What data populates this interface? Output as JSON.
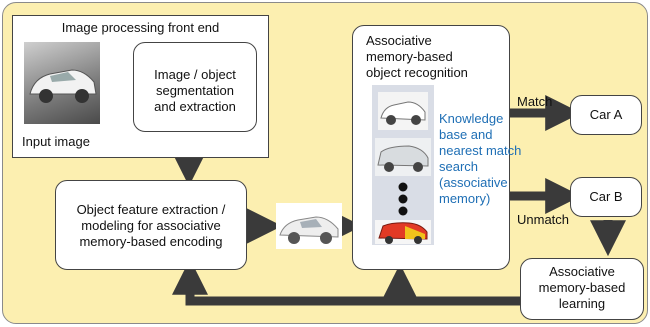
{
  "front_end": {
    "title": "Image processing front end",
    "input_label": "Input image"
  },
  "segmentation": {
    "text_1": "Image / object",
    "text_2": "segmentation",
    "text_3": "and extraction"
  },
  "feature": {
    "text_1": "Object feature extraction /",
    "text_2": "modeling for associative",
    "text_3": "memory-based encoding"
  },
  "recognition": {
    "title_1": "Associative",
    "title_2": "memory-based",
    "title_3": "object recognition"
  },
  "knowledge": {
    "t1": "Knowledge",
    "t2": "base and",
    "t3": "nearest match",
    "t4": "search",
    "t5": "(associative",
    "t6": "memory)"
  },
  "outputs": {
    "match": "Match",
    "unmatch": "Unmatch",
    "car_a": "Car A",
    "car_b": "Car B"
  },
  "learning": {
    "t1": "Associative",
    "t2": "memory-based",
    "t3": "learning"
  },
  "colors": {
    "panel": "#fcefb0",
    "arrow": "#3a3a3a",
    "knowledge_text": "#1f6fb5",
    "db_strip": "#d9dde6"
  }
}
